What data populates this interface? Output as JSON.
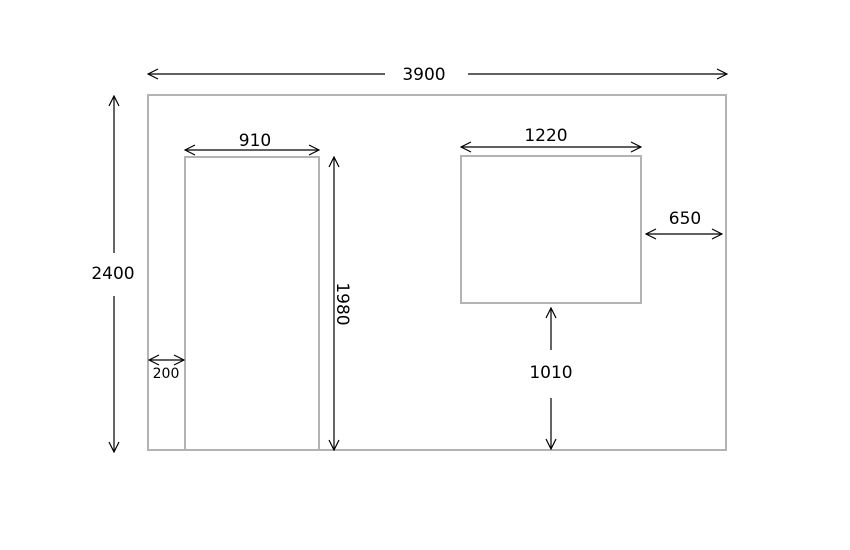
{
  "diagram": {
    "units": "",
    "colors": {
      "outline": "#b3b3b3",
      "dimension": "#000000",
      "background": "#ffffff"
    },
    "wall": {
      "width": "3900",
      "height": "2400"
    },
    "door": {
      "width": "910",
      "height": "1980",
      "offset_left": "200"
    },
    "window": {
      "width": "1220",
      "offset_right": "650",
      "sill_height": "1010"
    }
  }
}
